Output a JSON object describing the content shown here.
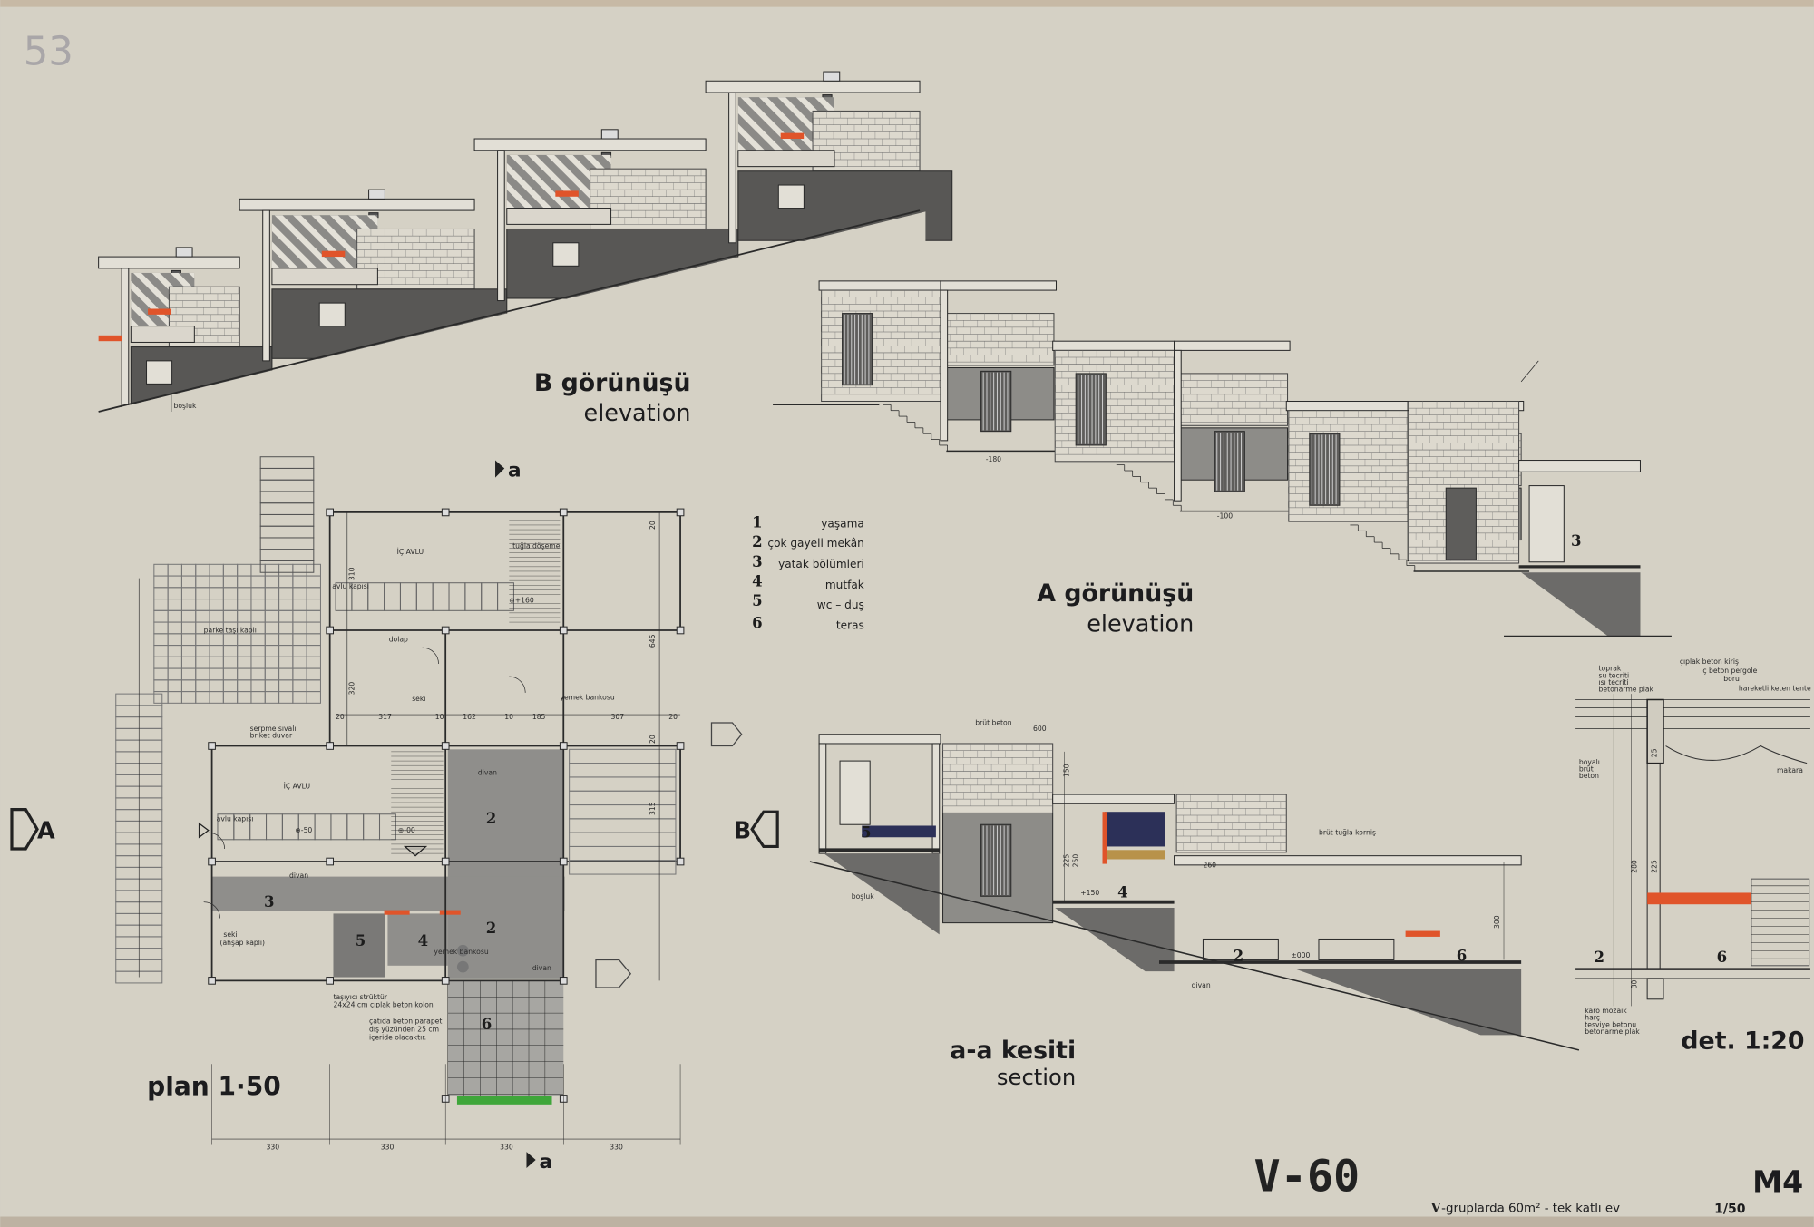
{
  "sheet": {
    "pencil_number": "53",
    "drawing_code": "V-60",
    "subtitle_prefix": "V",
    "subtitle_text": "-gruplarda 60m² - tek katlı ev",
    "scale": "1/50",
    "sheet_mark": "M4"
  },
  "elevation_b": {
    "title": "B görünüşü",
    "subtitle": "elevation",
    "label_bosluk": "boşluk"
  },
  "elevation_a": {
    "title": "A görünüşü",
    "subtitle": "elevation",
    "room_number": "3",
    "level_1": "-180",
    "level_2": "-100"
  },
  "legend": {
    "items": [
      {
        "number": "1",
        "label": "yaşama"
      },
      {
        "number": "2",
        "label": "çok gayeli mekân"
      },
      {
        "number": "3",
        "label": "yatak bölümleri"
      },
      {
        "number": "4",
        "label": "mutfak"
      },
      {
        "number": "5",
        "label": "wc – duş"
      },
      {
        "number": "6",
        "label": "teras"
      }
    ]
  },
  "plan": {
    "title": "plan 1·50",
    "arrow_A": "A",
    "cut_a_top": "a",
    "cut_a_bottom": "a",
    "labels": {
      "ic_avlu_1": "İÇ AVLU",
      "tugla_doseme": "tuğla döşeme",
      "avlu_kapisi_1": "avlu kapısı",
      "level_160": "⊕+160",
      "dolap": "dolap",
      "seki": "seki",
      "yemek_bankosu_1": "yemek bankosu",
      "parke": "parke taşı kaplı",
      "serpme": "serpme sıvalı",
      "briket": "briket duvar",
      "ic_avlu_2": "İÇ AVLU",
      "avlu_kapisi_2": "avlu kapısı",
      "level_50": "⊕-50",
      "level_00": "⊕-00",
      "divan_1": "divan",
      "divan_2": "divan",
      "divan_3": "divan",
      "seki_2": "seki",
      "ahsap": "(ahşap kaplı)",
      "yemek_bankosu_2": "yemek bankosu",
      "tasiyici_1": "taşıyıcı strüktür",
      "tasiyici_2": "24x24 cm çıplak beton kolon",
      "parapet_1": "çatıda beton parapet",
      "parapet_2": "dış yüzünden 25 cm",
      "parapet_3": "içeride olacaktır."
    },
    "rooms": {
      "r2a": "2",
      "r2b": "2",
      "r3": "3",
      "r4": "4",
      "r5": "5",
      "r6": "6"
    },
    "dims": {
      "d330a": "330",
      "d330b": "330",
      "d330c": "330",
      "d330d": "330",
      "d310": "310",
      "d320": "320",
      "d645": "645",
      "d315": "315",
      "d317": "317",
      "d10a": "10",
      "d162": "162",
      "d10b": "10",
      "d185": "185",
      "d307": "307",
      "d20a": "20",
      "d20b": "20",
      "d20c": "20",
      "d20d": "20"
    }
  },
  "section": {
    "title": "a-a kesiti",
    "subtitle": "section",
    "arrow_B": "B",
    "labels": {
      "brut_beton": "brüt beton",
      "d600": "600",
      "brut_tugla": "brüt tuğla korniş",
      "bosluk": "boşluk",
      "level_150": "+150",
      "level_000": "±000",
      "divan": "divan",
      "d150": "150",
      "d225": "225",
      "d250": "250",
      "d300": "300",
      "d260": "260"
    },
    "rooms": {
      "r5": "5",
      "r4": "4",
      "r2": "2",
      "r6": "6"
    }
  },
  "detail": {
    "title": "det. 1:20",
    "labels": {
      "toprak": "toprak",
      "su_tecriti": "su tecriti",
      "isi_tecriti": "ısı tecriti",
      "betonarme_plak_1": "betonarme plak",
      "ciplak_beton_kiris": "çıplak beton kiriş",
      "c_beton_pergole": "ç beton pergole",
      "boru": "boru",
      "hareketli_keten_tente": "hareketli keten tente",
      "boyali": "boyalı",
      "brut": "brüt",
      "beton": "beton",
      "makara": "makara",
      "karo_mozaik": "karo mozaik",
      "harc": "harç",
      "tesviye_betonu": "tesviye betonu",
      "betonarme_plak_2": "betonarme plak",
      "d280": "280",
      "d225": "225",
      "d30": "30",
      "d25": "25"
    },
    "rooms": {
      "r2": "2",
      "r6": "6"
    }
  },
  "colors": {
    "paper": "#d5d1c5",
    "ink": "#2a2a2a",
    "accent_red": "#e0542a",
    "navy": "#2c3058",
    "ochre": "#b8924a",
    "green": "#3fa63a"
  }
}
